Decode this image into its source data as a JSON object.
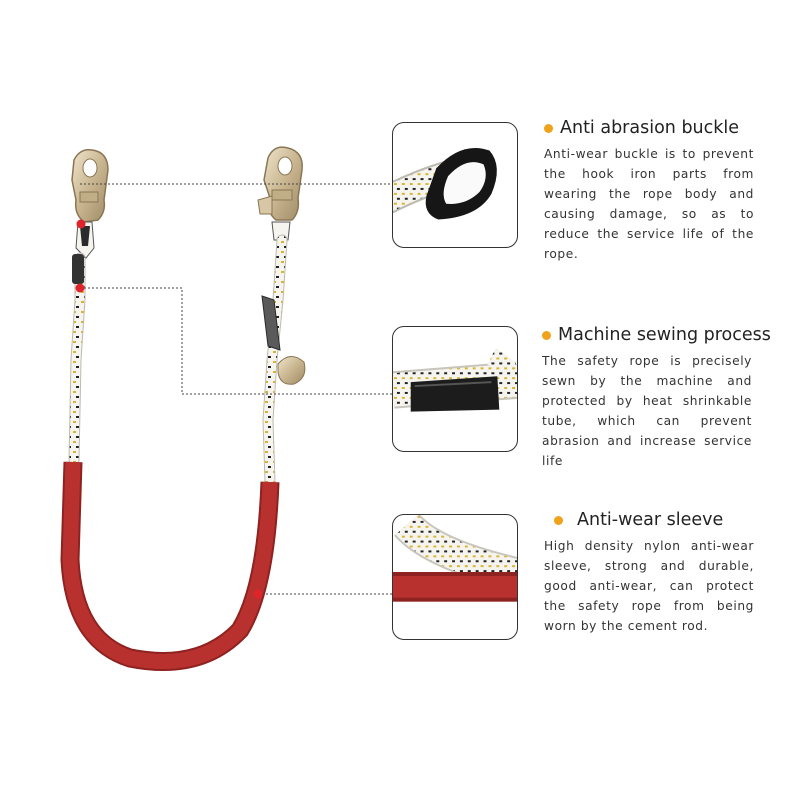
{
  "features": [
    {
      "title": "Anti abrasion buckle",
      "description": "Anti-wear buckle is to prevent the hook iron parts from wearing the rope body and causing damage, so as to reduce the service life of the rope.",
      "detail_image": "thimble-closeup"
    },
    {
      "title": "Machine sewing process",
      "description": "The safety rope is precisely sewn by the machine and protected by heat shrinkable tube, which can prevent abrasion and increase service life",
      "detail_image": "heat-shrink-sewing-closeup"
    },
    {
      "title": "Anti-wear sleeve",
      "description": "High density nylon anti-wear sleeve, strong and durable, good anti-wear, can protect the safety rope from being worn by the cement rod.",
      "detail_image": "red-sleeve-closeup"
    }
  ],
  "colors": {
    "bullet": "#f0a21b",
    "marker": "#e0242c",
    "sleeve": "#b9312f",
    "rope": "#f4f2ee",
    "hook": "#d8c7a6"
  },
  "product": "safety-lanyard-with-snap-hooks"
}
